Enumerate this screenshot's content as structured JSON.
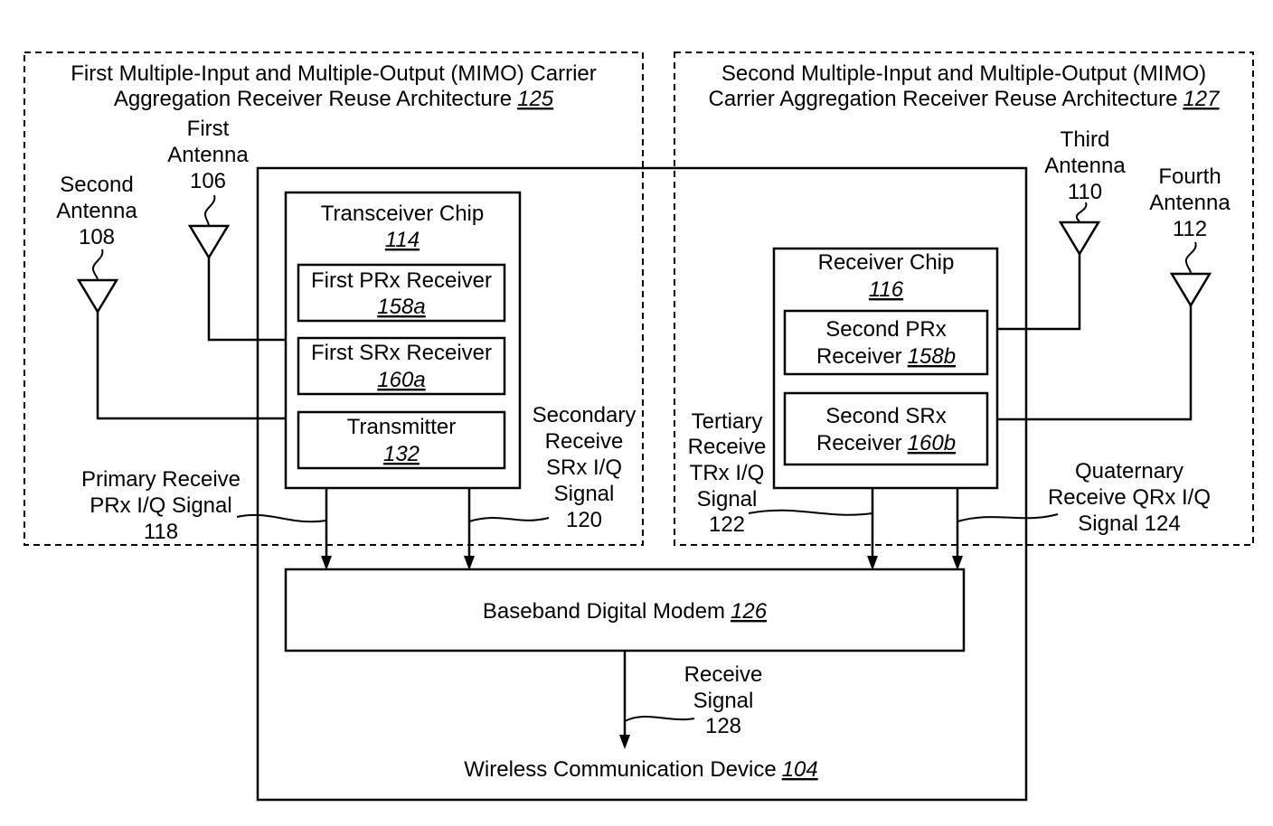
{
  "left_architecture": {
    "title_line1": "First Multiple-Input and Multiple-Output (MIMO) Carrier",
    "title_line2": "Aggregation Receiver Reuse Architecture",
    "ref": "125"
  },
  "right_architecture": {
    "title_line1": "Second Multiple-Input and Multiple-Output (MIMO)",
    "title_line2": "Carrier Aggregation Receiver Reuse Architecture",
    "ref": "127"
  },
  "antennas": {
    "first": {
      "lines": [
        "First",
        "Antenna",
        "106"
      ]
    },
    "second": {
      "lines": [
        "Second",
        "Antenna",
        "108"
      ]
    },
    "third": {
      "lines": [
        "Third",
        "Antenna",
        "110"
      ]
    },
    "fourth": {
      "lines": [
        "Fourth",
        "Antenna",
        "112"
      ]
    }
  },
  "transceiver_chip": {
    "label": "Transceiver Chip",
    "ref": "114",
    "first_prx": {
      "label": "First PRx Receiver",
      "ref": "158a"
    },
    "first_srx": {
      "label": "First SRx Receiver",
      "ref": "160a"
    },
    "transmitter": {
      "label": "Transmitter",
      "ref": "132"
    }
  },
  "receiver_chip": {
    "label": "Receiver Chip",
    "ref": "116",
    "second_prx": {
      "line1": "Second PRx",
      "line2": "Receiver",
      "ref": "158b"
    },
    "second_srx": {
      "line1": "Second SRx",
      "line2": "Receiver",
      "ref": "160b"
    }
  },
  "modem": {
    "label": "Baseband Digital Modem",
    "ref": "126"
  },
  "device": {
    "label": "Wireless Communication Device",
    "ref": "104"
  },
  "signals": {
    "primary": {
      "lines": [
        "Primary Receive",
        "PRx I/Q Signal",
        "118"
      ]
    },
    "secondary": {
      "lines": [
        "Secondary",
        "Receive",
        "SRx I/Q",
        "Signal",
        "120"
      ]
    },
    "tertiary": {
      "lines": [
        "Tertiary",
        "Receive",
        "TRx I/Q",
        "Signal",
        "122"
      ]
    },
    "quaternary": {
      "lines": [
        "Quaternary",
        "Receive QRx I/Q",
        "Signal 124"
      ]
    },
    "receive": {
      "lines": [
        "Receive",
        "Signal",
        "128"
      ]
    }
  }
}
